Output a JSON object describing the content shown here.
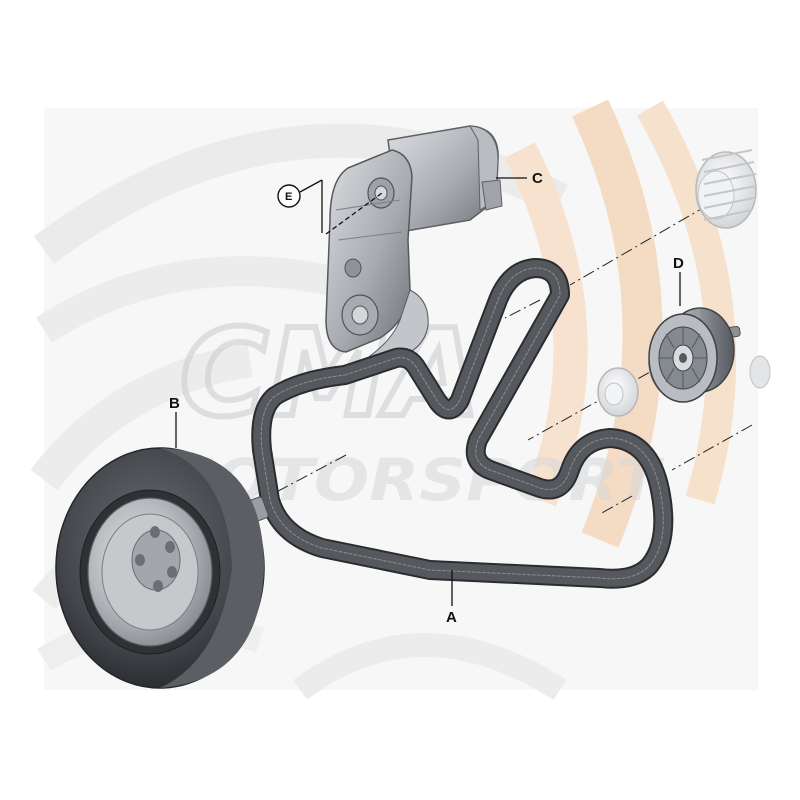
{
  "diagram": {
    "callouts": {
      "A": "A",
      "B": "B",
      "C": "C",
      "D": "D",
      "E": "E"
    },
    "watermark": {
      "logo_text": "CMA",
      "brand_text": "MOTORSPORT"
    },
    "colors": {
      "background": "#ffffff",
      "panel": "#f7f7f7",
      "swoosh_gray": "#e9e9e9",
      "swoosh_peach": "#f4dcc4",
      "belt": "#505358",
      "belt_edge": "#2a2c30",
      "metal_light": "#d4d6d9",
      "metal_mid": "#a9adb2",
      "metal_dark": "#6d7177",
      "damper_dark": "#3f4247",
      "leader": "#111111"
    },
    "parts": [
      {
        "id": "belt",
        "callout": "A",
        "icon": "ribbed-belt-icon"
      },
      {
        "id": "crankshaft-damper",
        "callout": "B",
        "icon": "vibration-damper-icon"
      },
      {
        "id": "belt-tensioner",
        "callout": "C",
        "icon": "tensioner-icon"
      },
      {
        "id": "idler-pulley",
        "callout": "D",
        "icon": "pulley-icon"
      },
      {
        "id": "tensioner-bolt",
        "callout": "E",
        "icon": "bolt-icon"
      }
    ]
  }
}
